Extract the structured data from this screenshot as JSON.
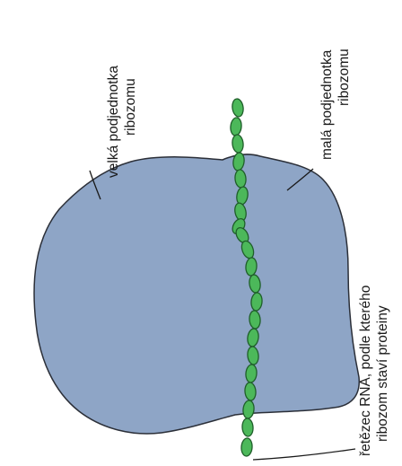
{
  "labels": {
    "large_subunit": [
      "velká podjednotka",
      "ribozomu"
    ],
    "small_subunit": [
      "malá podjednotka",
      "ribozomu"
    ],
    "rna_strand": [
      "řetězec RNA, podle kterého",
      "ribozom staví proteiny"
    ]
  },
  "colors": {
    "ribosome_fill": "#8ea5c6",
    "ribosome_stroke": "#2b2f38",
    "rna_fill": "#4cb85a",
    "rna_stroke": "#1f5e2a",
    "text": "#1a1a1a"
  }
}
